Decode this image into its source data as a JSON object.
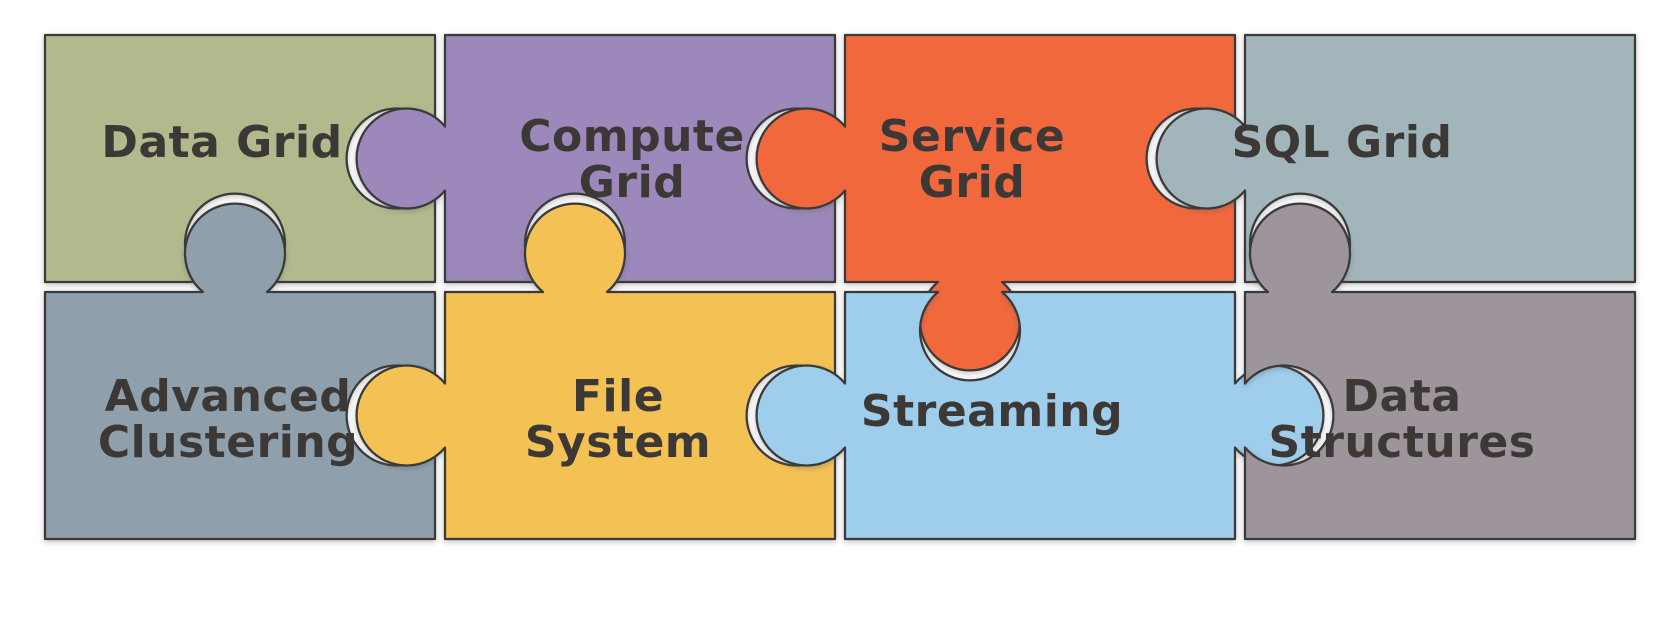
{
  "diagram": {
    "type": "puzzle-grid",
    "rows": 2,
    "columns": 4
  },
  "pieces": [
    {
      "id": "data-grid",
      "label": "Data Grid",
      "color": "#b2ba8d"
    },
    {
      "id": "compute-grid",
      "label": "Compute Grid",
      "color": "#9c88ba"
    },
    {
      "id": "service-grid",
      "label": "Service Grid",
      "color": "#f2683d"
    },
    {
      "id": "sql-grid",
      "label": "SQL Grid",
      "color": "#a2b5bb"
    },
    {
      "id": "advanced-clustering",
      "label": "Advanced Clustering",
      "color": "#8fa0ac"
    },
    {
      "id": "file-system",
      "label": "File System",
      "color": "#f4c254"
    },
    {
      "id": "streaming",
      "label": "Streaming",
      "color": "#9fcdec"
    },
    {
      "id": "data-structures",
      "label": "Data Structures",
      "color": "#9d959b"
    }
  ],
  "colors": {
    "text": "#3c3836",
    "outline": "#3a3a3a",
    "background": "#ffffff"
  }
}
